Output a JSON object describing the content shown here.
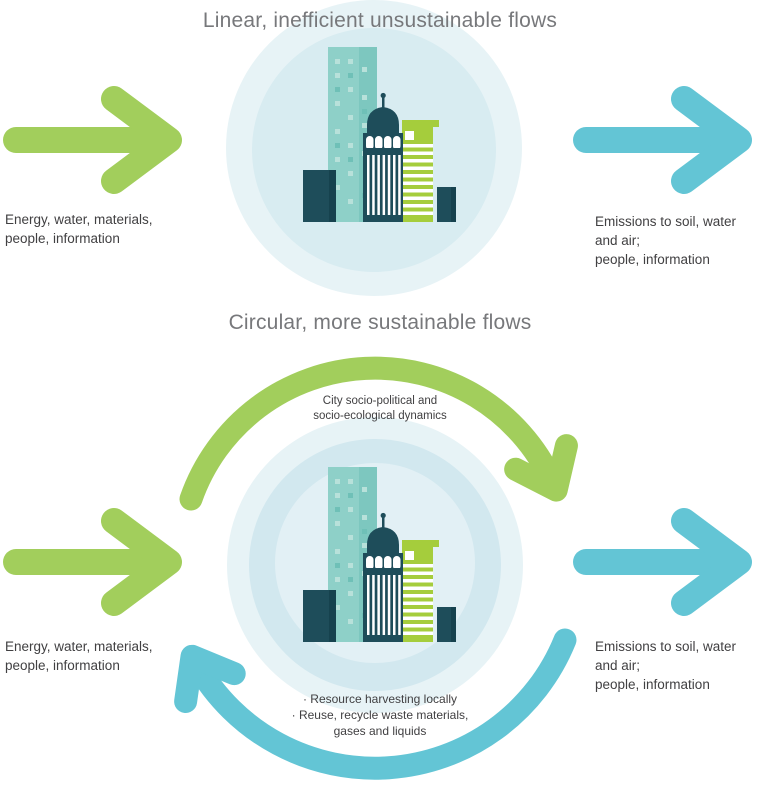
{
  "colors": {
    "green": "#a2ce5c",
    "blue": "#63c5d5",
    "title_gray": "#77787b",
    "text_dark": "#414042",
    "halo_outer": "#e7f3f6",
    "halo_inner": "#d8ecf1",
    "halo_mid": "#d2e8ef",
    "halo_core": "#e2f0f5",
    "teal_light": "#8ed0c8",
    "teal_shade": "#7dc7bf",
    "window_light": "#b8e1da",
    "window_dark": "#6fc0b7",
    "navy": "#1e4d5a",
    "navy_shade": "#16424e",
    "lime": "#a5cd3c"
  },
  "linear": {
    "title": "Linear, inefficient unsustainable flows",
    "input_line1": "Energy, water, materials,",
    "input_line2": "people, information",
    "output_line1": "Emissions to soil, water and air;",
    "output_line2": "people, information"
  },
  "circular": {
    "title": "Circular, more sustainable flows",
    "loop_top_line1": "City socio-political and",
    "loop_top_line2": "socio-ecological dynamics",
    "loop_bottom_line1": "· Resource  harvesting locally",
    "loop_bottom_line2": "· Reuse, recycle waste materials,",
    "loop_bottom_line3": "gases and liquids",
    "input_line1": "Energy, water, materials,",
    "input_line2": "people, information",
    "output_line1": "Emissions to soil, water and air;",
    "output_line2": "people, information"
  }
}
